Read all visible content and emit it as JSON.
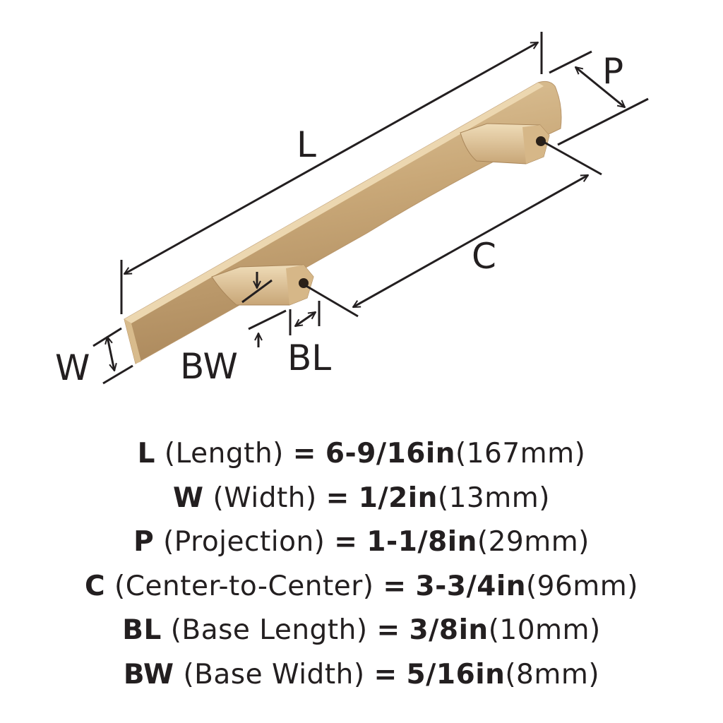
{
  "diagram": {
    "product_color": "#c9a878",
    "labels": {
      "length": "L",
      "projection": "P",
      "center": "C",
      "width": "W",
      "base_width": "BW",
      "base_length": "BL"
    }
  },
  "specs": [
    {
      "key": "L",
      "desc": "(Length)",
      "eq": "=",
      "value": "6-9/16in",
      "metric": "(167mm)"
    },
    {
      "key": "W",
      "desc": "(Width)",
      "eq": "=",
      "value": "1/2in",
      "metric": "(13mm)"
    },
    {
      "key": "P",
      "desc": "(Projection)",
      "eq": "=",
      "value": "1-1/8in",
      "metric": "(29mm)"
    },
    {
      "key": "C",
      "desc": "(Center-to-Center)",
      "eq": "=",
      "value": "3-3/4in",
      "metric": "(96mm)"
    },
    {
      "key": "BL",
      "desc": "(Base Length)",
      "eq": "=",
      "value": "3/8in",
      "metric": "(10mm)"
    },
    {
      "key": "BW",
      "desc": "(Base Width)",
      "eq": "=",
      "value": "5/16in",
      "metric": "(8mm)"
    }
  ]
}
